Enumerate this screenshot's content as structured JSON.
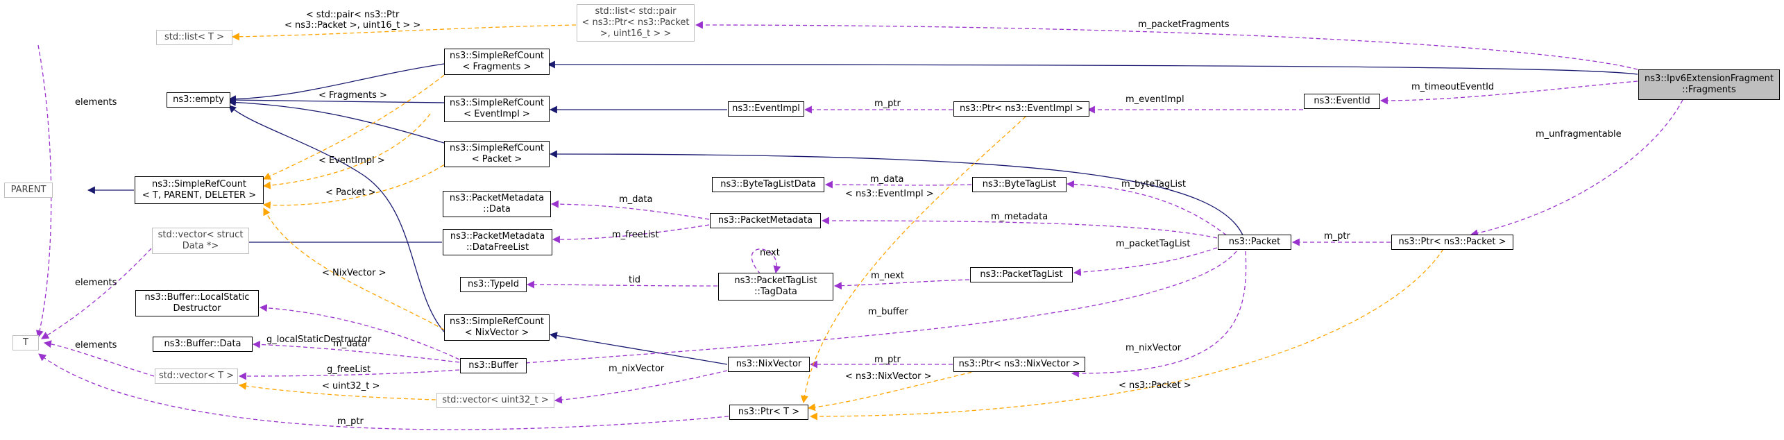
{
  "nodes": {
    "fragments": [
      "ns3::Ipv6ExtensionFragment",
      "::Fragments"
    ],
    "pair_packet": [
      "std::list< std::pair",
      "< ns3::Ptr< ns3::Packet",
      ">, uint16_t > >"
    ],
    "list_T": [
      "std::list< T >"
    ],
    "src_fragments": [
      "ns3::SimpleRefCount",
      "< Fragments >"
    ],
    "empty": [
      "ns3::empty"
    ],
    "src_eventimpl": [
      "ns3::SimpleRefCount",
      "< EventImpl >"
    ],
    "eventimpl": [
      "ns3::EventImpl"
    ],
    "ptr_eventimpl": [
      "ns3::Ptr< ns3::EventImpl >"
    ],
    "eventid": [
      "ns3::EventId"
    ],
    "src_packet": [
      "ns3::SimpleRefCount",
      "< Packet >"
    ],
    "parent": [
      "PARENT"
    ],
    "src_generic": [
      "ns3::SimpleRefCount",
      "< T, PARENT, DELETER >"
    ],
    "bytetaglistdata": [
      "ns3::ByteTagListData"
    ],
    "bytetaglist": [
      "ns3::ByteTagList"
    ],
    "pm_data": [
      "ns3::PacketMetadata",
      "::Data"
    ],
    "packetmetadata": [
      "ns3::PacketMetadata"
    ],
    "packet": [
      "ns3::Packet"
    ],
    "ptr_packet": [
      "ns3::Ptr< ns3::Packet >"
    ],
    "vector_data": [
      "std::vector< struct",
      "Data *>"
    ],
    "pm_datafreelist": [
      "ns3::PacketMetadata",
      "::DataFreeList"
    ],
    "typeid": [
      "ns3::TypeId"
    ],
    "tagdata": [
      "ns3::PacketTagList",
      "::TagData"
    ],
    "packettaglist": [
      "ns3::PacketTagList"
    ],
    "buffer_lsd": [
      "ns3::Buffer::LocalStatic",
      "Destructor"
    ],
    "src_nixvector": [
      "ns3::SimpleRefCount",
      "< NixVector >"
    ],
    "T": [
      "T"
    ],
    "buffer_data": [
      "ns3::Buffer::Data"
    ],
    "buffer": [
      "ns3::Buffer"
    ],
    "nixvector": [
      "ns3::NixVector"
    ],
    "ptr_nixvector": [
      "ns3::Ptr< ns3::NixVector >"
    ],
    "vector_T": [
      "std::vector< T >"
    ],
    "vector_uint32": [
      "std::vector< uint32_t >"
    ],
    "ptr_T": [
      "ns3::Ptr< T >"
    ]
  },
  "edge_labels": {
    "m_packetFragments": "m_packetFragments",
    "m_timeoutEventId": "m_timeoutEventId",
    "m_unfragmentable": "m_unfragmentable",
    "m_eventImpl": "m_eventImpl",
    "m_ptr_eventimpl": "m_ptr",
    "tmpl_pair": [
      "< std::pair< ns3::Ptr",
      "< ns3::Packet >, uint16_t > >"
    ],
    "elements_list": "elements",
    "tmpl_fragments": "< Fragments >",
    "tmpl_eventimpl": "< EventImpl >",
    "tmpl_packet": "< Packet >",
    "tmpl_nixvector": "< NixVector >",
    "elements_vector_data": "elements",
    "elements_vector_T": "elements",
    "m_data_btl": "m_data",
    "tmpl_ptr_eventimpl": "< ns3::EventImpl >",
    "m_byteTagList": "m_byteTagList",
    "m_data_pm": "m_data",
    "m_metadata": "m_metadata",
    "m_freeList": "m_freeList",
    "m_packetTagList": "m_packetTagList",
    "m_ptr_packet": "m_ptr",
    "next": "next",
    "tid": "tid",
    "m_next": "m_next",
    "m_buffer": "m_buffer",
    "g_localStaticDestructor": "g_localStaticDestructor",
    "m_data_buffer": "m_data",
    "g_freeList": "g_freeList",
    "m_nixVector_vec": "m_nixVector",
    "m_ptr_nix": "m_ptr",
    "m_nixVector": "m_nixVector",
    "tmpl_uint32": "< uint32_t >",
    "tmpl_ptr_nix": "< ns3::NixVector >",
    "tmpl_ptr_packet": "< ns3::Packet >",
    "m_ptr_T": "m_ptr"
  },
  "colors": {
    "inheritance": "#191970",
    "usage": "#9a32cd",
    "template": "#ffa500",
    "node_border": "#000000",
    "grey_border": "#bfbfbf",
    "focus_fill": "#bfbfbf"
  }
}
